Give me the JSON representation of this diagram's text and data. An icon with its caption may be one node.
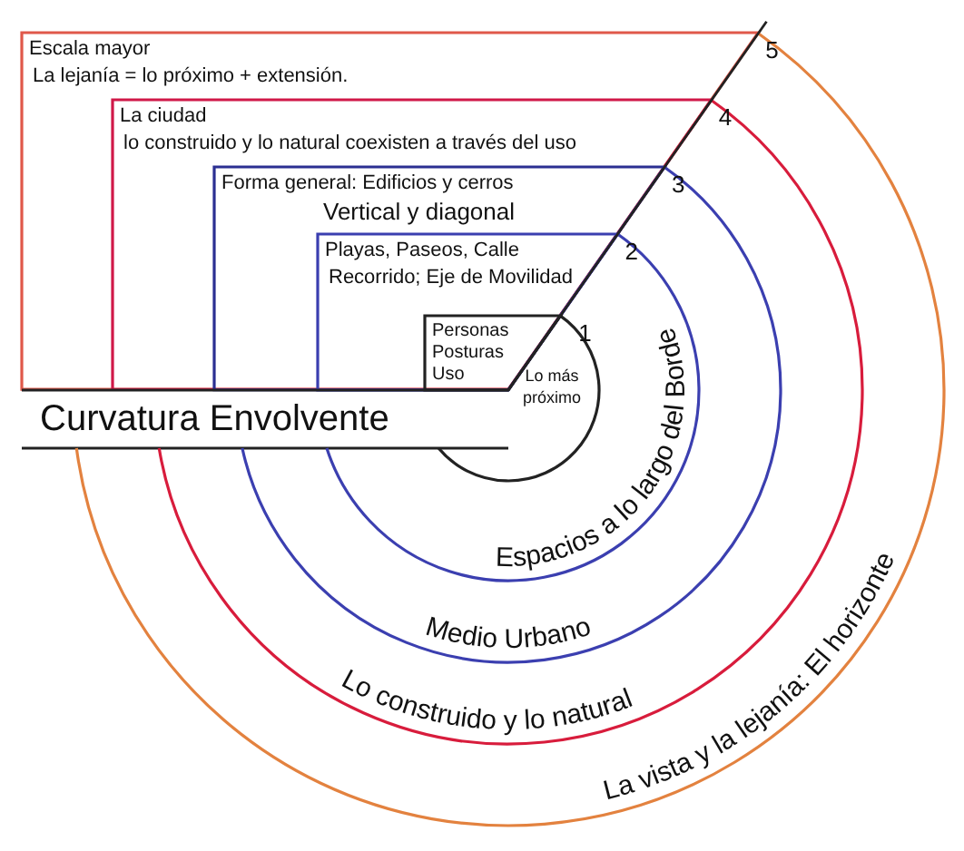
{
  "diagram": {
    "nodes": [
      {
        "text": [
          "Escala mayor",
          "La lejanía = lo próximo + extensión."
        ]
      },
      {
        "text": [
          "La ciudad",
          "lo construido y lo natural coexisten a través del uso"
        ],
        "in": 0
      },
      {
        "text": [
          "Forma general: Edificios y cerros",
          "Vertical y diagonal"
        ],
        "in": 1
      },
      {
        "text": [
          "Playas, Paseos, Calle",
          "Recorrido; Eje de Movilidad"
        ],
        "in": 2
      },
      {
        "text": [
          "Personas Posturas Uso"
        ],
        "in": 3
      },
      {
        "text": [
          "Curvatura Envolvente"
        ]
      }
    ],
    "labels": [
      "5",
      "4",
      "3",
      "2",
      "1",
      "Lo más próximo",
      "Espacios a lo largo del Borde",
      "Medio Urbano",
      "Lo construido y lo natural",
      "La vista y la lejanía: El horizonte"
    ]
  }
}
